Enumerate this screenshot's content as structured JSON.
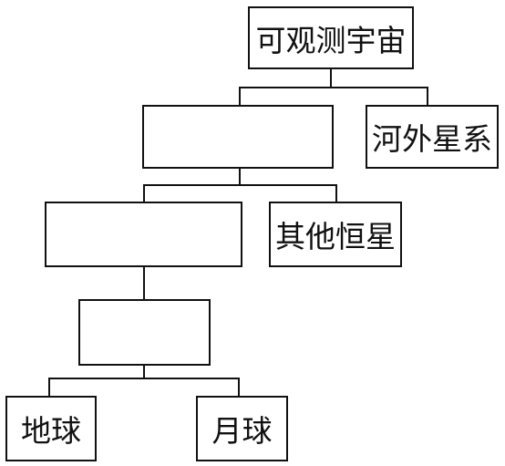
{
  "diagram": {
    "root": "可观测宇宙",
    "level1": {
      "unlabeled": "",
      "other": "河外星系"
    },
    "level2": {
      "unlabeled": "",
      "other": "其他恒星"
    },
    "level3": {
      "unlabeled": ""
    },
    "leaves": {
      "left": "地球",
      "right": "月球"
    }
  },
  "colors": {
    "stroke": "#111111",
    "background": "#ffffff"
  }
}
